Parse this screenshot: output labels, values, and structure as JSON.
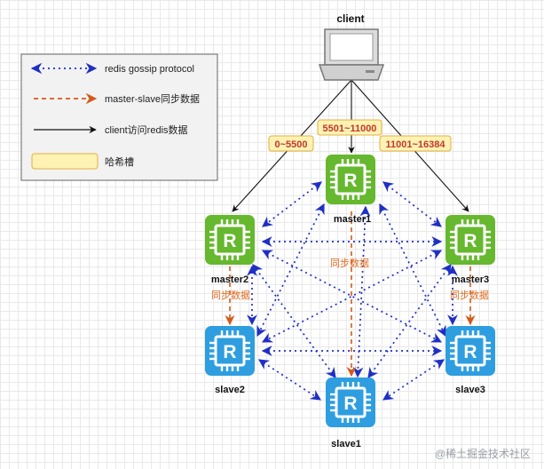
{
  "legend": {
    "gossip": "redis gossip protocol",
    "sync": "master-slave同步数据",
    "client_access": "client访问redis数据",
    "hash_slot": "哈希槽"
  },
  "client": {
    "label": "client"
  },
  "slots": {
    "s1": "0~5500",
    "s2": "5501~11000",
    "s3": "11001~16384"
  },
  "nodes": {
    "master1": "master1",
    "master2": "master2",
    "master3": "master3",
    "slave1": "slave1",
    "slave2": "slave2",
    "slave3": "slave3",
    "icon_letter": "R"
  },
  "sync_labels": {
    "m1": "同步数据",
    "m2": "同步数据",
    "m3": "同步数据"
  },
  "watermark": "@稀土掘金技术社区",
  "colors": {
    "master": "#66b82e",
    "slave": "#2e9ee0",
    "gossip": "#1f2fc4",
    "sync": "#d45a1a",
    "slot_fill": "#fff2b3",
    "slot_stroke": "#e0b040",
    "slot_text": "#c0392b"
  }
}
